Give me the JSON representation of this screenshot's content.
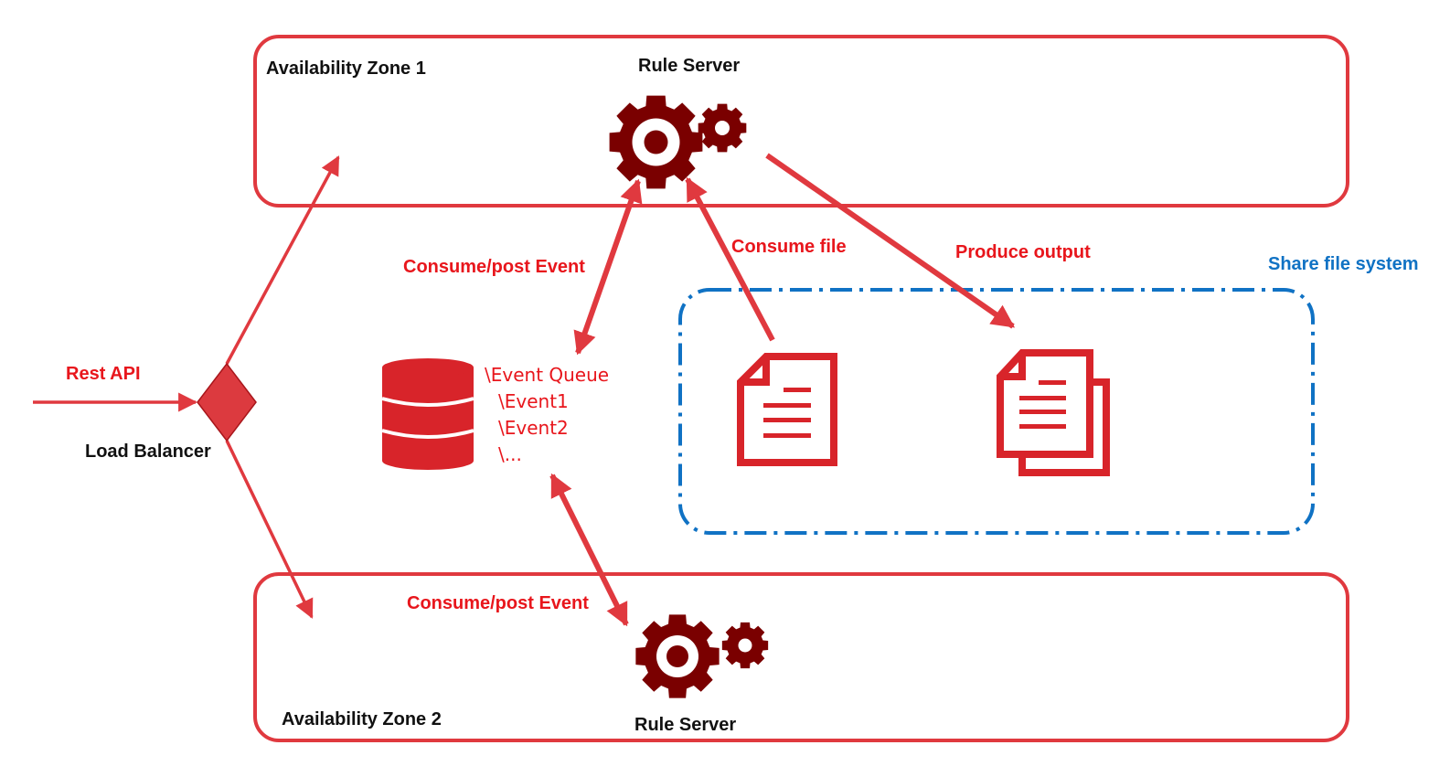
{
  "zone1": {
    "label": "Availability Zone 1",
    "server_label": "Rule Server"
  },
  "zone2": {
    "label": "Availability Zone 2",
    "server_label": "Rule Server"
  },
  "shared_fs": {
    "label": "Share file system"
  },
  "rest_api": {
    "label": "Rest API"
  },
  "load_balancer": {
    "label": "Load Balancer"
  },
  "queue": {
    "lines": [
      "\\Event Queue",
      "\\Event1",
      "\\Event2",
      "\\..."
    ]
  },
  "edges": {
    "consume_post_top": "Consume/post Event",
    "consume_post_bottom": "Consume/post Event",
    "consume_file": "Consume file",
    "produce_output": "Produce output"
  },
  "colors": {
    "zone_border": "#e0393f",
    "arrow": "#e0393f",
    "gear": "#7a0000",
    "database": "#d8242a",
    "document": "#d8242a",
    "diamond": "#e0393f",
    "shared_fs_border": "#1072c4",
    "label_red": "#e8161c",
    "label_blue": "#1072c4"
  },
  "icons": {
    "server": "gear-icon",
    "queue_store": "database-icon",
    "input_file": "document-icon",
    "output_files": "documents-icon",
    "load_balancer": "diamond-icon"
  }
}
